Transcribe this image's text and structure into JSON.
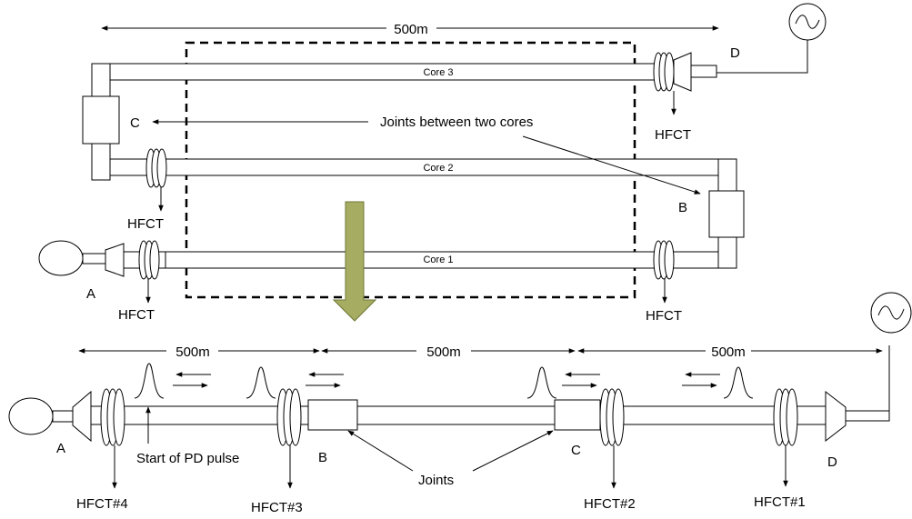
{
  "top": {
    "length_label": "500m",
    "core3": "Core 3",
    "core2": "Core 2",
    "core1": "Core 1",
    "label_a": "A",
    "label_b": "B",
    "label_c": "C",
    "label_d": "D",
    "joints_note": "Joints between two cores",
    "hfct_right_top": "HFCT",
    "hfct_core2": "HFCT",
    "hfct_left": "HFCT",
    "hfct_right_bottom": "HFCT"
  },
  "bottom": {
    "len1": "500m",
    "len2": "500m",
    "len3": "500m",
    "label_a": "A",
    "label_b": "B",
    "label_c": "C",
    "label_d": "D",
    "start_pd": "Start of PD pulse",
    "joints": "Joints",
    "hfct4": "HFCT#4",
    "hfct3": "HFCT#3",
    "hfct2": "HFCT#2",
    "hfct1": "HFCT#1"
  },
  "colors": {
    "line": "#000000",
    "arrow_fill": "#a6ad62",
    "arrow_stroke": "#6f7636",
    "background": "#ffffff"
  }
}
